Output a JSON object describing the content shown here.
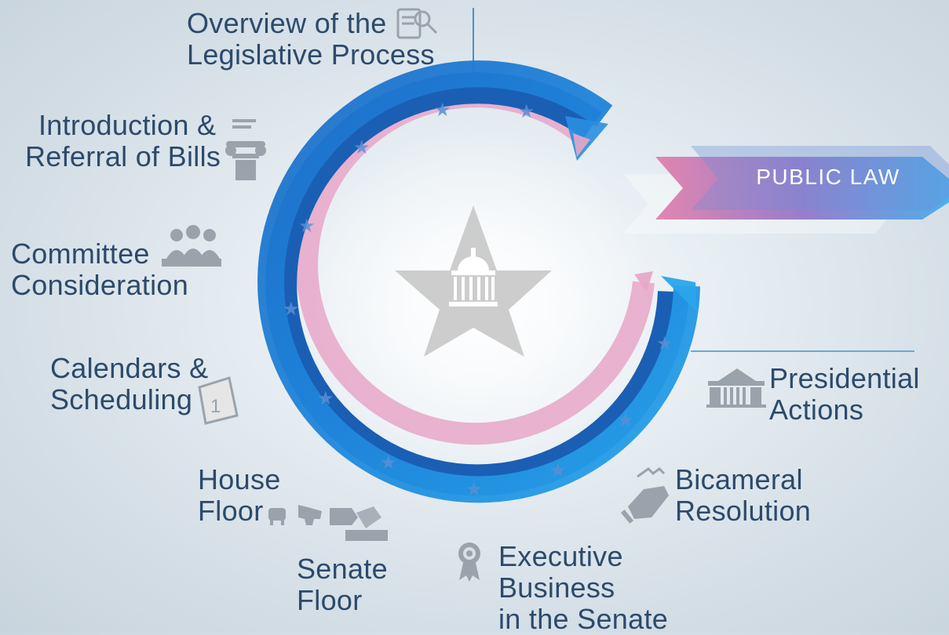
{
  "stages": {
    "overview": [
      "Overview of the",
      "Legislative Process"
    ],
    "introduction": [
      "Introduction &",
      "Referral of Bills"
    ],
    "committee": [
      "Committee",
      "Consideration"
    ],
    "calendars": [
      "Calendars &",
      "Scheduling"
    ],
    "house": [
      "House",
      "Floor"
    ],
    "senate": [
      "Senate",
      "Floor"
    ],
    "executive": [
      "Executive",
      "Business",
      "in the Senate"
    ],
    "bicameral": [
      "Bicameral",
      "Resolution"
    ],
    "presidential": [
      "Presidential",
      "Actions"
    ]
  },
  "public_law": "PUBLIC LAW",
  "colors": {
    "ring_blue": "#1f7fd6",
    "ring_dark_blue": "#155fb0",
    "ring_pink": "#e6a2c6",
    "text": "#2c4a6b",
    "icon_gray": "#9aa3ab",
    "arrow_pink": "#d9709f",
    "arrow_purple": "#8a6fc2",
    "arrow_blue": "#3fa9ec"
  }
}
